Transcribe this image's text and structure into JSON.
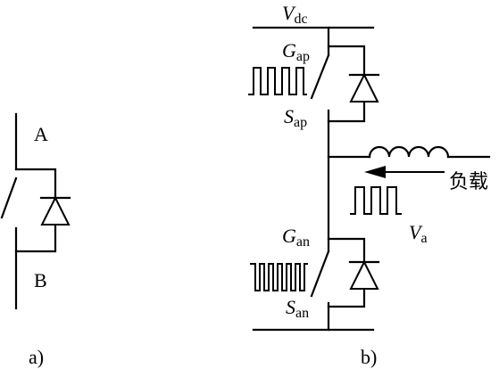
{
  "figure_a": {
    "node_top": "A",
    "node_bottom": "B",
    "caption": "a)"
  },
  "figure_b": {
    "supply": {
      "main": "V",
      "sub": "dc"
    },
    "upper_gate": {
      "main": "G",
      "sub": "ap"
    },
    "upper_source": {
      "main": "S",
      "sub": "ap"
    },
    "lower_gate": {
      "main": "G",
      "sub": "an"
    },
    "lower_source": {
      "main": "S",
      "sub": "an"
    },
    "output_voltage": {
      "main": "V",
      "sub": "a"
    },
    "load_label": "负载",
    "caption": "b)"
  }
}
